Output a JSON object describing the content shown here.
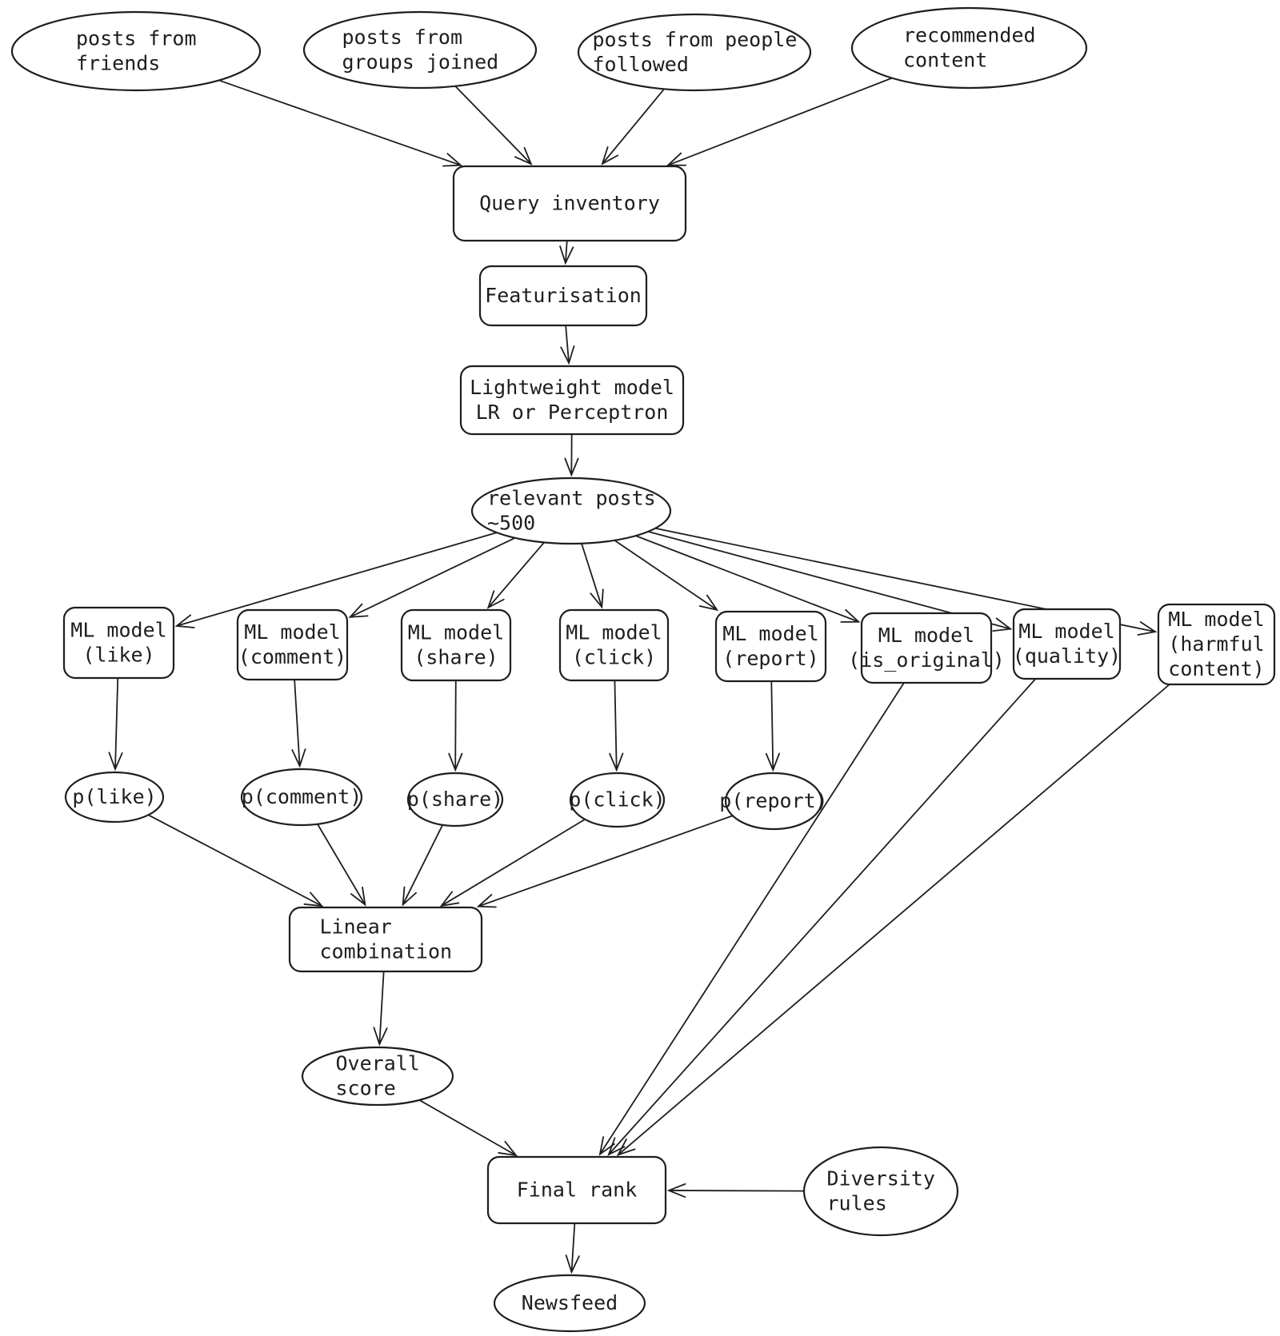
{
  "nodes": [
    {
      "id": "friends",
      "shape": "ellipse",
      "lines": [
        "posts from",
        "friends"
      ]
    },
    {
      "id": "groups",
      "shape": "ellipse",
      "lines": [
        "posts from",
        "groups joined"
      ]
    },
    {
      "id": "followed",
      "shape": "ellipse",
      "lines": [
        "posts from people",
        "followed"
      ]
    },
    {
      "id": "recommended",
      "shape": "ellipse",
      "lines": [
        "recommended",
        "content"
      ]
    },
    {
      "id": "query",
      "shape": "box",
      "lines": [
        "Query inventory"
      ]
    },
    {
      "id": "feat",
      "shape": "box",
      "lines": [
        "Featurisation"
      ]
    },
    {
      "id": "light",
      "shape": "box",
      "lines": [
        "Lightweight model",
        "LR or Perceptron"
      ]
    },
    {
      "id": "relevant",
      "shape": "ellipse",
      "lines": [
        "relevant posts",
        "~500"
      ]
    },
    {
      "id": "m_like",
      "shape": "box",
      "lines": [
        "ML model",
        "(like)"
      ]
    },
    {
      "id": "m_comment",
      "shape": "box",
      "lines": [
        "ML model",
        "(comment)"
      ]
    },
    {
      "id": "m_share",
      "shape": "box",
      "lines": [
        "ML model",
        "(share)"
      ]
    },
    {
      "id": "m_click",
      "shape": "box",
      "lines": [
        "ML model",
        "(click)"
      ]
    },
    {
      "id": "m_report",
      "shape": "box",
      "lines": [
        "ML model",
        "(report)"
      ]
    },
    {
      "id": "m_orig",
      "shape": "box",
      "lines": [
        "ML model",
        "(is_original)"
      ]
    },
    {
      "id": "m_quality",
      "shape": "box",
      "lines": [
        "ML model",
        "(quality)"
      ]
    },
    {
      "id": "m_harm",
      "shape": "box",
      "lines": [
        "ML model",
        "(harmful",
        "content)"
      ]
    },
    {
      "id": "p_like",
      "shape": "ellipse",
      "lines": [
        "p(like)"
      ]
    },
    {
      "id": "p_comment",
      "shape": "ellipse",
      "lines": [
        "p(comment)"
      ]
    },
    {
      "id": "p_share",
      "shape": "ellipse",
      "lines": [
        "p(share)"
      ]
    },
    {
      "id": "p_click",
      "shape": "ellipse",
      "lines": [
        "p(click)"
      ]
    },
    {
      "id": "p_report",
      "shape": "ellipse",
      "lines": [
        "p(report)"
      ]
    },
    {
      "id": "linear",
      "shape": "box",
      "lines": [
        "Linear",
        "combination"
      ]
    },
    {
      "id": "overall",
      "shape": "ellipse",
      "lines": [
        "Overall",
        "score"
      ]
    },
    {
      "id": "final",
      "shape": "box",
      "lines": [
        "Final rank"
      ]
    },
    {
      "id": "diversity",
      "shape": "ellipse",
      "lines": [
        "Diversity",
        "rules"
      ]
    },
    {
      "id": "newsfeed",
      "shape": "ellipse",
      "lines": [
        "Newsfeed"
      ]
    }
  ],
  "edges": [
    {
      "from": "friends",
      "to": "query"
    },
    {
      "from": "groups",
      "to": "query"
    },
    {
      "from": "followed",
      "to": "query"
    },
    {
      "from": "recommended",
      "to": "query"
    },
    {
      "from": "query",
      "to": "feat"
    },
    {
      "from": "feat",
      "to": "light"
    },
    {
      "from": "light",
      "to": "relevant"
    },
    {
      "from": "relevant",
      "to": "m_like"
    },
    {
      "from": "relevant",
      "to": "m_comment"
    },
    {
      "from": "relevant",
      "to": "m_share"
    },
    {
      "from": "relevant",
      "to": "m_click"
    },
    {
      "from": "relevant",
      "to": "m_report"
    },
    {
      "from": "relevant",
      "to": "m_orig"
    },
    {
      "from": "relevant",
      "to": "m_quality"
    },
    {
      "from": "relevant",
      "to": "m_harm"
    },
    {
      "from": "m_like",
      "to": "p_like"
    },
    {
      "from": "m_comment",
      "to": "p_comment"
    },
    {
      "from": "m_share",
      "to": "p_share"
    },
    {
      "from": "m_click",
      "to": "p_click"
    },
    {
      "from": "m_report",
      "to": "p_report"
    },
    {
      "from": "p_like",
      "to": "linear"
    },
    {
      "from": "p_comment",
      "to": "linear"
    },
    {
      "from": "p_share",
      "to": "linear"
    },
    {
      "from": "p_click",
      "to": "linear"
    },
    {
      "from": "p_report",
      "to": "linear"
    },
    {
      "from": "m_orig",
      "to": "final"
    },
    {
      "from": "m_quality",
      "to": "final"
    },
    {
      "from": "m_harm",
      "to": "final"
    },
    {
      "from": "linear",
      "to": "overall"
    },
    {
      "from": "overall",
      "to": "final"
    },
    {
      "from": "diversity",
      "to": "final"
    },
    {
      "from": "final",
      "to": "newsfeed"
    }
  ]
}
